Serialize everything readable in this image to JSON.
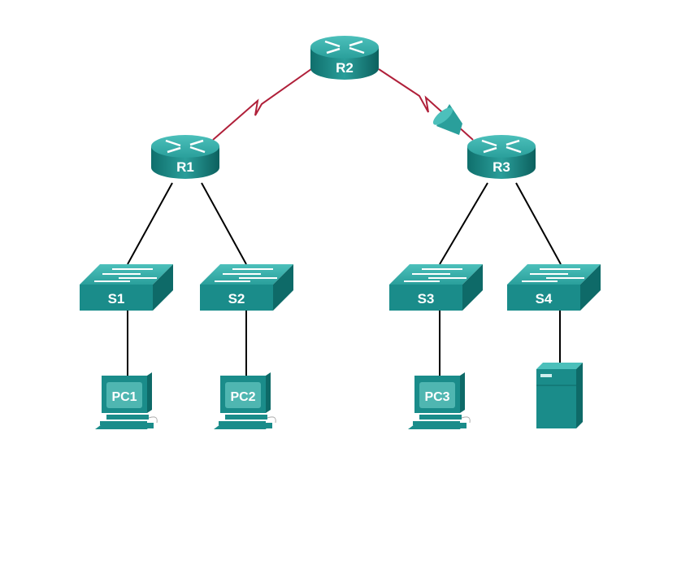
{
  "colors": {
    "device": "#1a8c8a",
    "device_dark": "#0e6a68",
    "device_top": "#3fb3ae",
    "serial_link": "#b0203a",
    "ethernet_link": "#000000"
  },
  "routers": [
    {
      "label": "R1"
    },
    {
      "label": "R2"
    },
    {
      "label": "R3"
    }
  ],
  "switches": [
    {
      "label": "S1"
    },
    {
      "label": "S2"
    },
    {
      "label": "S3"
    },
    {
      "label": "S4"
    }
  ],
  "pcs": [
    {
      "label": "PC1"
    },
    {
      "label": "PC2"
    },
    {
      "label": "PC3"
    }
  ],
  "server": {
    "icon": "server-icon"
  },
  "links": [
    {
      "from": "R2",
      "to": "R1",
      "type": "serial"
    },
    {
      "from": "R2",
      "to": "R3",
      "type": "serial",
      "icon": "traffic-shaping-funnel-icon"
    },
    {
      "from": "R1",
      "to": "S1",
      "type": "ethernet"
    },
    {
      "from": "R1",
      "to": "S2",
      "type": "ethernet"
    },
    {
      "from": "R3",
      "to": "S3",
      "type": "ethernet"
    },
    {
      "from": "R3",
      "to": "S4",
      "type": "ethernet"
    },
    {
      "from": "S1",
      "to": "PC1",
      "type": "ethernet"
    },
    {
      "from": "S2",
      "to": "PC2",
      "type": "ethernet"
    },
    {
      "from": "S3",
      "to": "PC3",
      "type": "ethernet"
    },
    {
      "from": "S4",
      "to": "Server",
      "type": "ethernet"
    }
  ]
}
